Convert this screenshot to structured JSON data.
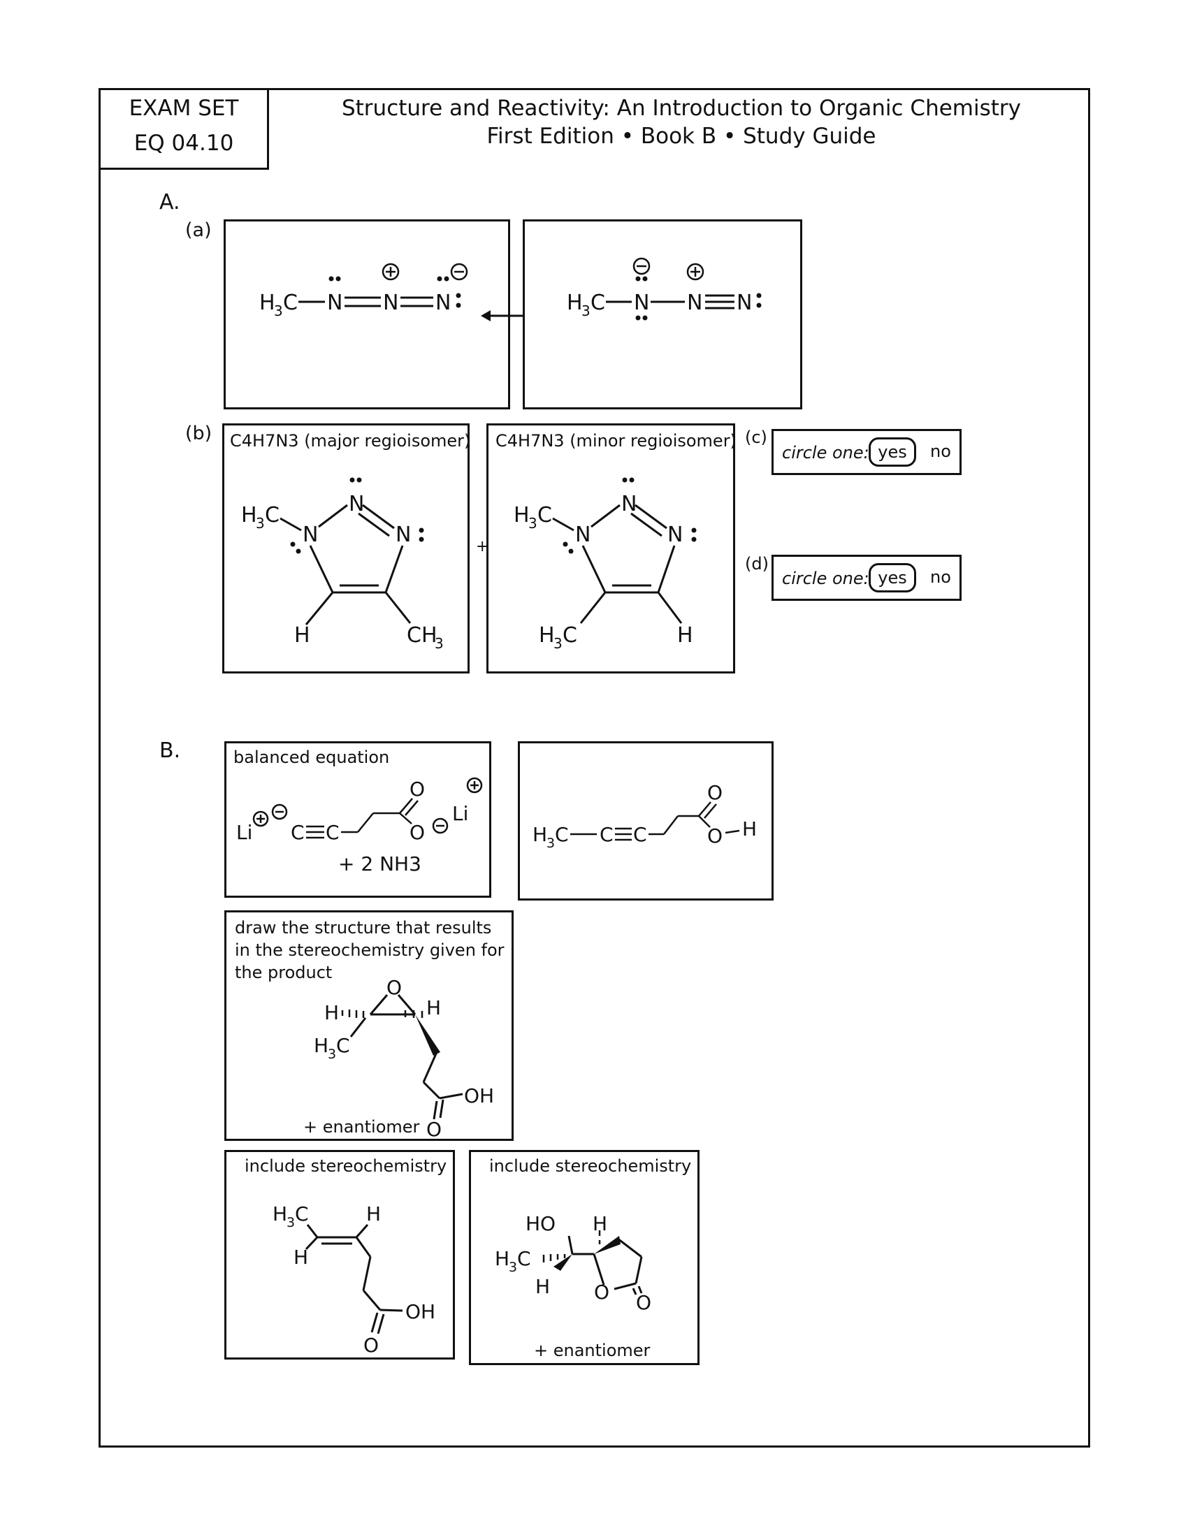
{
  "header": {
    "exam_set": "EXAM SET",
    "code": "EQ 04.10",
    "title": "Structure and Reactivity: An Introduction to Organic Chemistry",
    "subtitle": "First Edition • Book B • Study Guide"
  },
  "partA": {
    "label": "A.",
    "a": {
      "label": "(a)"
    },
    "b": {
      "label": "(b)",
      "major_caption": "C4H7N3 (major regioisomer)",
      "minor_caption": "C4H7N3 (minor regioisomer)",
      "plus": "+"
    },
    "c": {
      "label": "(c)",
      "prompt": "circle one:",
      "options": [
        "yes",
        "no"
      ],
      "selected": "yes"
    },
    "d": {
      "label": "(d)",
      "prompt": "circle one:",
      "options": [
        "yes",
        "no"
      ],
      "selected": "yes"
    }
  },
  "partB": {
    "label": "B.",
    "balanced_caption": "balanced equation",
    "balanced_extra": "+ 2 NH3",
    "draw_caption": "draw the structure that results in the stereochemistry given for the product",
    "draw_extra": "+ enantiomer",
    "stereo1_caption": "include stereochemistry",
    "stereo2_caption": "include stereochemistry",
    "stereo2_extra": "+ enantiomer"
  }
}
